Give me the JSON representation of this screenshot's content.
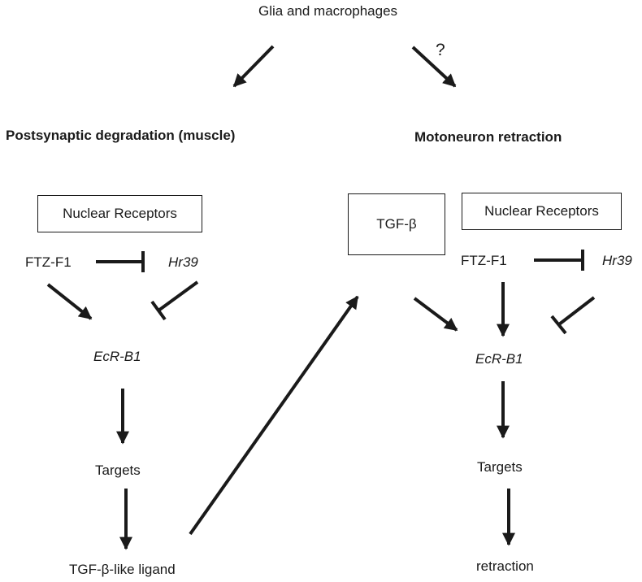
{
  "top": {
    "source": "Glia and macrophages",
    "question_mark": "?"
  },
  "left": {
    "title": "Postsynaptic degradation (muscle)",
    "box_label": "Nuclear Receptors",
    "ftz": "FTZ-F1",
    "hr39": "Hr39",
    "ecr": "EcR-B1",
    "targets": "Targets",
    "ligand": "TGF-β-like ligand"
  },
  "right": {
    "title": "Motoneuron retraction",
    "tgf_box": "TGF-β",
    "box_label": "Nuclear Receptors",
    "ftz": "FTZ-F1",
    "hr39": "Hr39",
    "ecr": "EcR-B1",
    "targets": "Targets",
    "retraction": "retraction"
  },
  "colors": {
    "ink": "#1a1a1a",
    "background": "#ffffff"
  }
}
